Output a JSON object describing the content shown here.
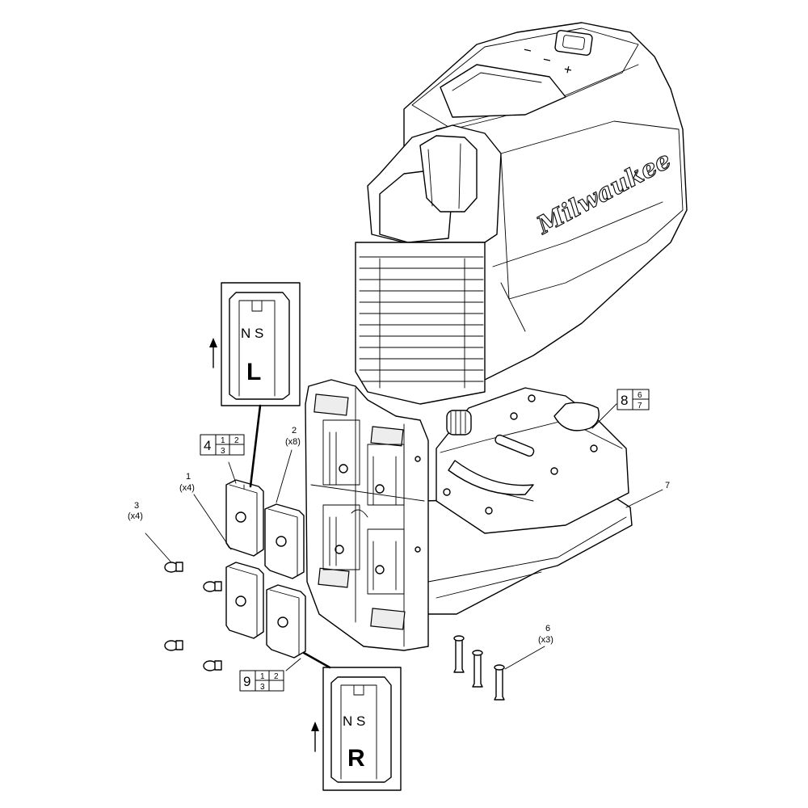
{
  "brand": "Milwaukee",
  "control_symbols": {
    "minus": "−",
    "plus": "+"
  },
  "callouts": {
    "c1": {
      "num": "1",
      "qty": "(x4)"
    },
    "c2": {
      "num": "2",
      "qty": "(x8)"
    },
    "c3": {
      "num": "3",
      "qty": "(x4)"
    },
    "c6": {
      "num": "6",
      "qty": "(x3)"
    },
    "c7": {
      "num": "7"
    }
  },
  "boxes": {
    "b4": {
      "main": "4",
      "a": "1",
      "b": "2",
      "c": "3"
    },
    "b8": {
      "main": "8",
      "num": "6",
      "den": "7"
    },
    "b9": {
      "main": "9",
      "a": "1",
      "b": "2",
      "c": "3"
    }
  },
  "magnets": {
    "left": {
      "poles": "N S",
      "side": "L"
    },
    "right": {
      "poles": "N S",
      "side": "R"
    }
  }
}
